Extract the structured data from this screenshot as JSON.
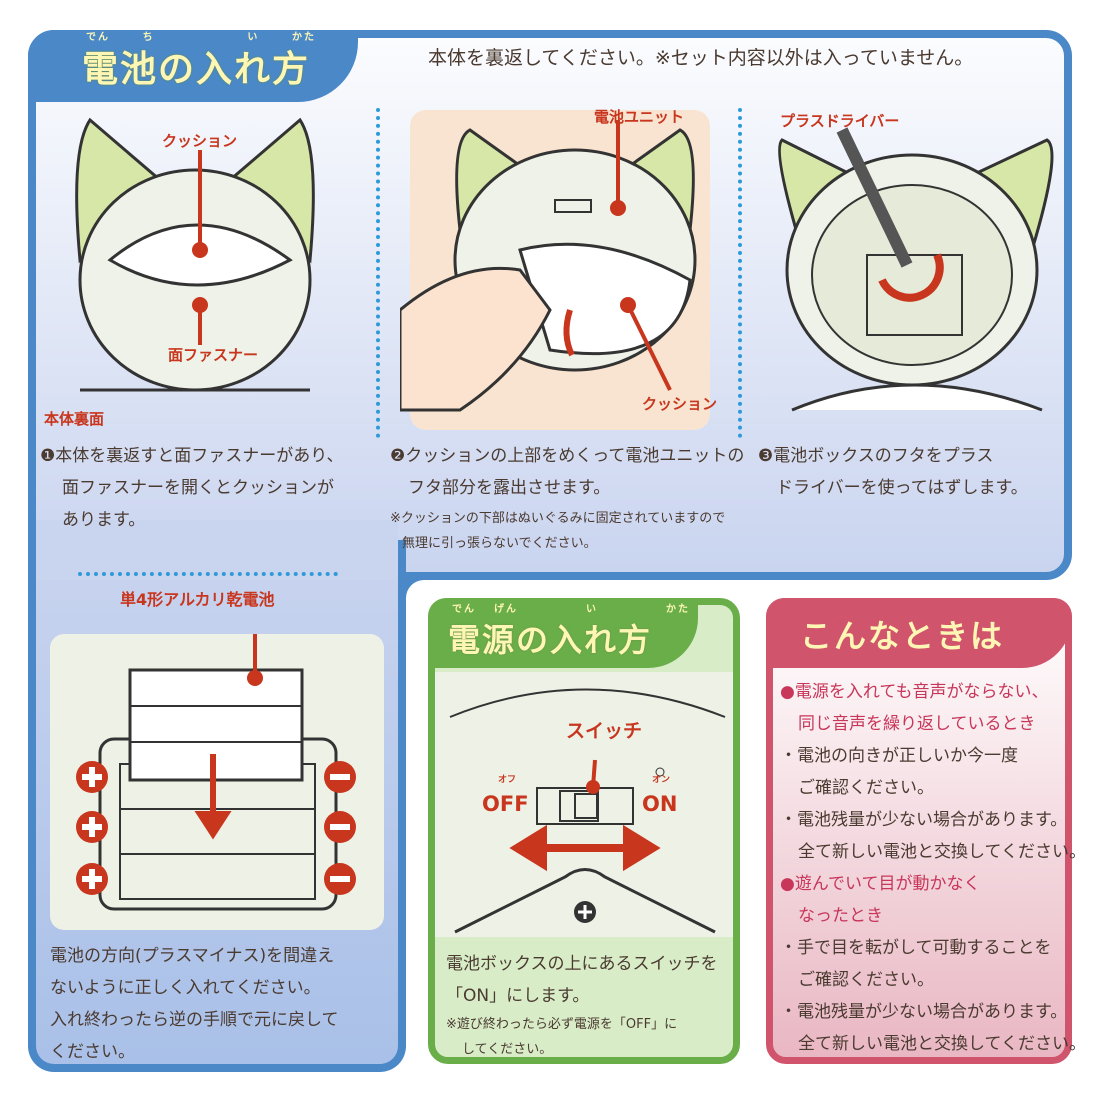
{
  "battery_section": {
    "title": "電池の入れ方",
    "ruby": [
      "でん",
      "ち",
      "い",
      "かた"
    ],
    "intro": "本体を裏返してください。※セット内容以外は入っていません。",
    "step1": {
      "labels": [
        "クッション",
        "面ファスナー"
      ],
      "caption": "本体裏面",
      "lines": [
        "❶本体を裏返すと面ファスナーがあり、",
        "面ファスナーを開くとクッションが",
        "あります。"
      ]
    },
    "step2": {
      "labels": [
        "電池ユニット",
        "クッション"
      ],
      "lines": [
        "❷クッションの上部をめくって電池ユニットの",
        "フタ部分を露出させます。"
      ],
      "note": [
        "※クッションの下部はぬいぐるみに固定されていますので",
        "無理に引っ張らないでください。"
      ]
    },
    "step3": {
      "labels": [
        "プラスドライバー"
      ],
      "lines": [
        "❸電池ボックスのフタをプラス",
        "ドライバーを使ってはずします。"
      ]
    },
    "step4": {
      "label": "単4形アルカリ乾電池",
      "lines": [
        "電池の方向(プラスマイナス)を間違え",
        "ないように正しく入れてください。",
        "入れ終わったら逆の手順で元に戻して",
        "ください。"
      ]
    }
  },
  "power_section": {
    "title": "電源の入れ方",
    "ruby": [
      "でん",
      "げん",
      "い",
      "かた"
    ],
    "switch_label": "スイッチ",
    "off": "OFF",
    "off_ruby": "オフ",
    "on": "ON",
    "on_ruby": "オン",
    "lines": [
      "電池ボックスの上にあるスイッチを",
      "「ON」にします。"
    ],
    "note": [
      "※遊び終わったら必ず電源を「OFF」に",
      "してください。"
    ]
  },
  "trouble_section": {
    "title": "こんなときは",
    "items": [
      {
        "head": [
          "●電源を入れても音声がならない、",
          "同じ音声を繰り返しているとき"
        ],
        "points": [
          [
            "・電池の向きが正しいか今一度",
            "ご確認ください。"
          ],
          [
            "・電池残量が少ない場合があります。",
            "全て新しい電池と交換してください。"
          ]
        ]
      },
      {
        "head": [
          "●遊んでいて目が動かなく",
          "なったとき"
        ],
        "points": [
          [
            "・手で目を転がして可動することを",
            "ご確認ください。"
          ],
          [
            "・電池残量が少ない場合があります。",
            "全て新しい電池と交換してください。"
          ]
        ]
      }
    ]
  },
  "colors": {
    "blue": "#4a88c8",
    "red": "#c8361e",
    "green": "#6aae4a",
    "pink": "#d0546c"
  }
}
